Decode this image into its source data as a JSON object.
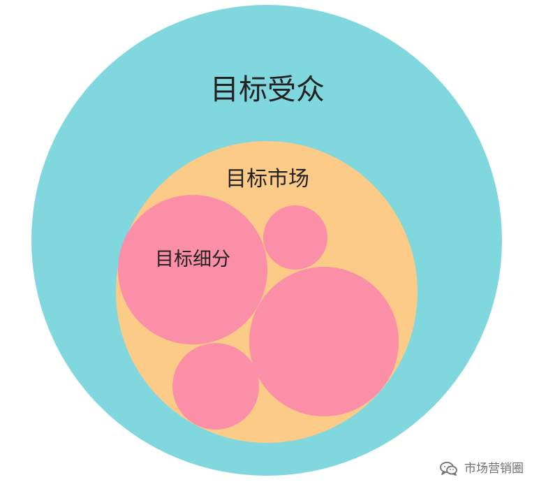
{
  "diagram": {
    "outer_label": "目标受众",
    "market_label": "目标市场",
    "segment_label": "目标细分"
  },
  "colors": {
    "audience_fill": "#80d7dd",
    "market_fill": "#fdcb88",
    "segment_fill": "#fa8fa7",
    "text": "#222222",
    "watermark_text": "#6f6f6f"
  },
  "watermark": {
    "text": "市场营销圈",
    "icon": "wechat-icon"
  }
}
